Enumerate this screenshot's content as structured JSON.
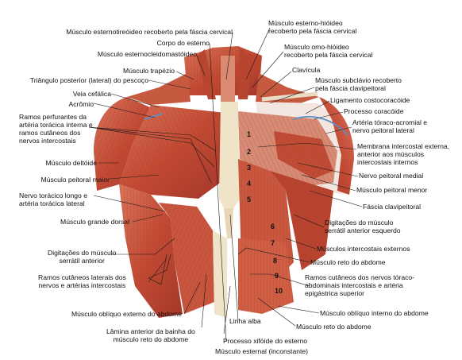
{
  "labels": {
    "esternotireoideo": "Músculo esternotireóideo recoberto pela fáscia cervical",
    "corpo_esterno": "Corpo do esterno",
    "esternocleidomastoideo": "Músculo esternocleidomastóideo",
    "trapezio": "Músculo trapézio",
    "triangulo_posterior": "Triângulo posterior (lateral) do pescoço",
    "veia_cefalica": "Veia cefálica",
    "acromio": "Acrômio",
    "ramos_perfurantes": "Ramos perfurantes da\nartéria torácica interna e\nramos cutâneos dos\nnervos intercostais",
    "deltoide": "Músculo deltóide",
    "peitoral_maior": "Músculo peitoral maior",
    "toracico_longo": "Nervo torácico longo e\nartéria torácica lateral",
    "grande_dorsal": "Músculo grande dorsal",
    "digitacoes_serratil": "Digitações do músculo\nserrátil anterior",
    "ramos_cutaneos_laterais": "Ramos cutâneos laterais dos\nnervos e artérias intercostais",
    "obliquo_externo": "Músculo oblíquo externo do abdome",
    "lamina_anterior": "Lâmina anterior da bainha do\nmúsculo reto do abdome",
    "linha_alba": "Linha alba",
    "processo_xifoide": "Processo xifóide do esterno",
    "esternal": "Músculo esternal (inconstante)",
    "esterno_hioideo": "Músculo esterno-hióideo\nrecoberto pela fáscia cervical",
    "omo_hioideo": "Músculo omo-hióideo\nrecoberto pela fáscia cervical",
    "clavicula": "Clavícula",
    "subclavio": "Músculo subclávio recoberto\npela fáscia clavipeitoral",
    "ligamento_costocoracoide": "Ligamento costocoracóide",
    "processo_coracoide": "Processo coracóide",
    "toraco_acromial": "Artéria tóraco-acromial e\nnervo peitoral lateral",
    "membrana_intercostal": "Membrana intercostal externa,\nanterior aos músculos\nintercostais internos",
    "peitoral_medial": "Nervo peitoral medial",
    "peitoral_menor": "Músculo peitoral menor",
    "fascia_clavipeitoral": "Fáscia clavipeitoral",
    "digitacoes_serratil_esq": "Digitações do músculo\nserrátil anterior esquerdo",
    "intercostais_externos": "Músculos intercostais externos",
    "reto_abdome_1": "Músculo reto do abdome",
    "ramos_cutaneos_toraco": "Ramos cutâneos dos nervos tóraco-\nabdominais intercostais e artéria\nepigástrica superior",
    "obliquo_interno": "Músculo oblíquo interno do abdome",
    "reto_abdome_2": "Músculo reto do abdome"
  },
  "rib_numbers": [
    "1",
    "2",
    "3",
    "4",
    "5",
    "6",
    "7",
    "8",
    "9",
    "10"
  ],
  "colors": {
    "muscle": "#c9563f",
    "muscle_dark": "#9e3626",
    "tendon": "#efe3c8",
    "background": "#ffffff"
  }
}
